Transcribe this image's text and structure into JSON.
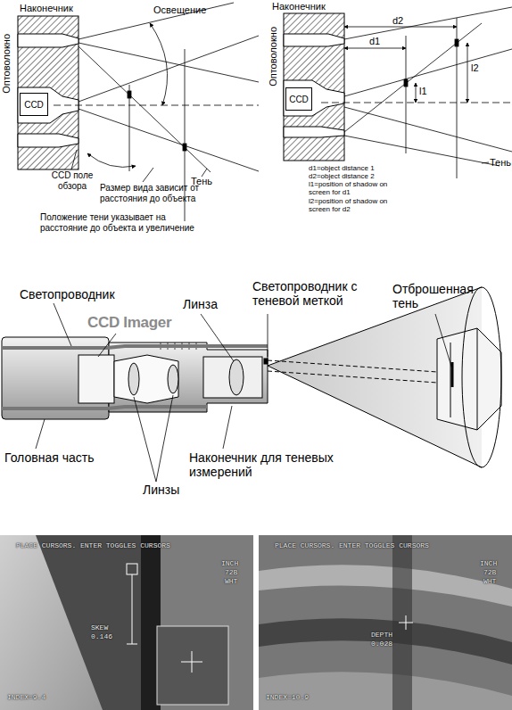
{
  "diagram": {
    "nodes": [
      {
        "text": [
          "CCD"
        ]
      },
      {
        "text": [
          "CCD"
        ]
      },
      {
        "text": [
          "PLACE CURSORS. ENTER TOGGLES CURSORS",
          "INCH",
          "72B",
          "WHT",
          "SKEW",
          "0.146",
          "INDEX=9.4"
        ]
      },
      {
        "text": [
          "PLACE CURSORS. ENTER TOGGLES CURSORS",
          "INCH",
          "72B",
          "WHT",
          "DEPTH",
          "0.028",
          "INDEX=10.9"
        ]
      }
    ],
    "labels": [
      "Наконечник",
      "Освещение",
      "Оптоволокно",
      "CCD поле обзора",
      "Тень",
      "Размер вида зависит от расстояния до объекта",
      "Положение тени указывает на расстояние до объекта и увеличение",
      "Наконечник",
      "d2",
      "d1",
      "Оптоволокно",
      "l1",
      "l2",
      "Тень",
      "d1=object distance 1",
      "d2=object distance 2",
      "l1=position of shadow on screen for d1",
      "l2=position of shadow on screen for d2",
      "Светопроводник",
      "CCD Imager",
      "Линза",
      "Светопроводник с теневой меткой",
      "Отброшенная тень",
      "Головная часть",
      "Наконечник для теневых измерений",
      "Линзы"
    ]
  }
}
